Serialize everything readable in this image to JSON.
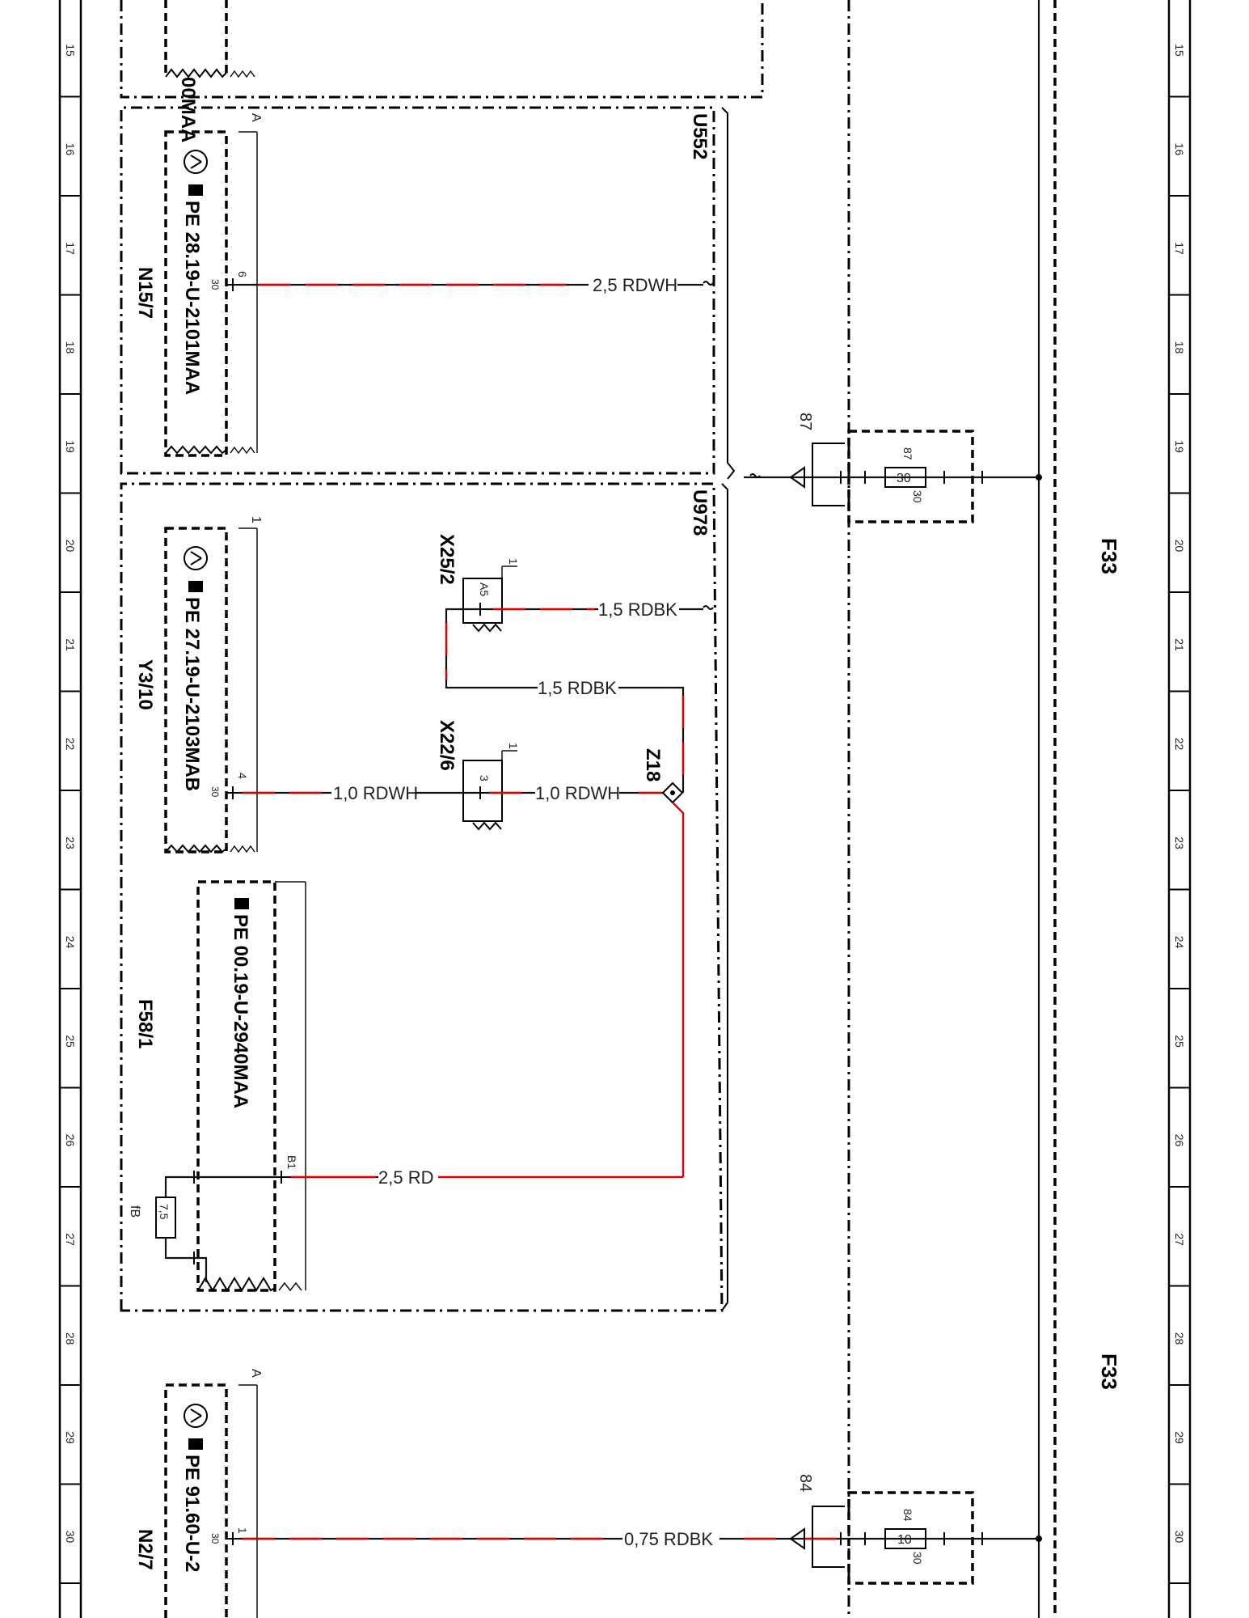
{
  "grid_numbers": [
    "15",
    "16",
    "17",
    "18",
    "19",
    "20",
    "21",
    "22",
    "23",
    "24",
    "25",
    "26",
    "27",
    "28",
    "29",
    "30"
  ],
  "components": {
    "top_partial": "00MAA",
    "n15_7": {
      "designation": "N15/7",
      "doc": "PE 28.19-U-2101MAA",
      "pin_label": "A",
      "pin": "6",
      "pin_sub": "30"
    },
    "u552": "U552",
    "u978": "U978",
    "y3_10": {
      "designation": "Y3/10",
      "doc": "PE 27.19-U-2103MAB",
      "pin_label": "1",
      "pin": "4",
      "pin_sub": "30"
    },
    "x25_2": {
      "designation": "X25/2",
      "pin": "A5",
      "pin_label": "1"
    },
    "x22_6": {
      "designation": "X22/6",
      "pin": "3",
      "pin_label": "1"
    },
    "z18": "Z18",
    "f58_1": {
      "designation": "F58/1",
      "doc": "PE 00.19-U-2940MAA",
      "pin": "B1",
      "fuse_value": "7,5",
      "fuse_label": "fB"
    },
    "n2_7": {
      "designation": "N2/7",
      "doc": "PE 91.60-U-2",
      "pin_label": "A",
      "pin": "1",
      "pin_sub": "30"
    },
    "f33_top": {
      "designation": "F33",
      "terminal": "87",
      "fuse_value": "30",
      "pin_top": "87",
      "pin_bottom": "30"
    },
    "f33_bottom": {
      "designation": "F33",
      "terminal": "84",
      "fuse_value": "10",
      "pin_top": "84",
      "pin_bottom": "30"
    }
  },
  "wires": {
    "w1": "2,5 RDWH",
    "w2": "1,5 RDBK",
    "w3": "1,5 RDBK",
    "w4": "1,0 RDWH",
    "w5": "1,0 RDWH",
    "w6": "2,5 RD",
    "w7": "0,75 RDBK"
  },
  "colors": {
    "wire_red": "#e00000",
    "line": "#000000"
  }
}
